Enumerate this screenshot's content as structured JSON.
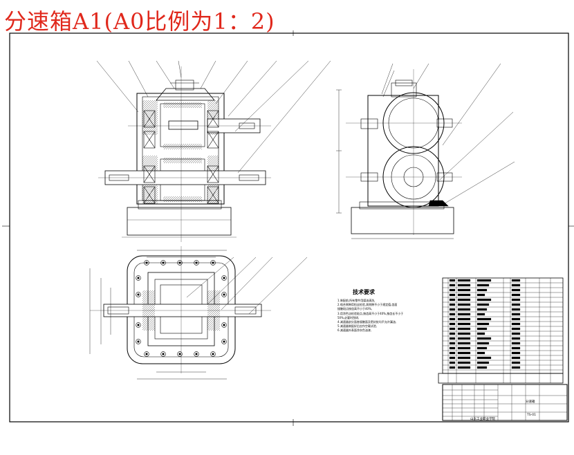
{
  "title": "分速箱A1(A0比例为1：2)",
  "colors": {
    "title": "#e0281c",
    "line": "#000000",
    "background": "#ffffff"
  },
  "tech_requirements": {
    "heading": "技术要求",
    "notes": [
      "1.装配前,所有零件用煤油清洗,",
      "2.啮合侧隙用铅丝检验,其侧隙不小于规定值,齿面",
      "  接触斑点按齿高不小于40%,",
      "3.用涂色法检验斑点,按齿高不小于40%,按齿长不小于",
      "  50%,必要时刮研,",
      "4.减速器剖分面各接触面及密封处均不允许漏油,",
      "5.减速器装配好后应作空载试验,",
      "6.减速器外表面涂灰色油漆,"
    ]
  },
  "title_block": {
    "drawing_name": "分速箱",
    "drawing_number": "TS-01",
    "company": "山东工业职业学院"
  }
}
